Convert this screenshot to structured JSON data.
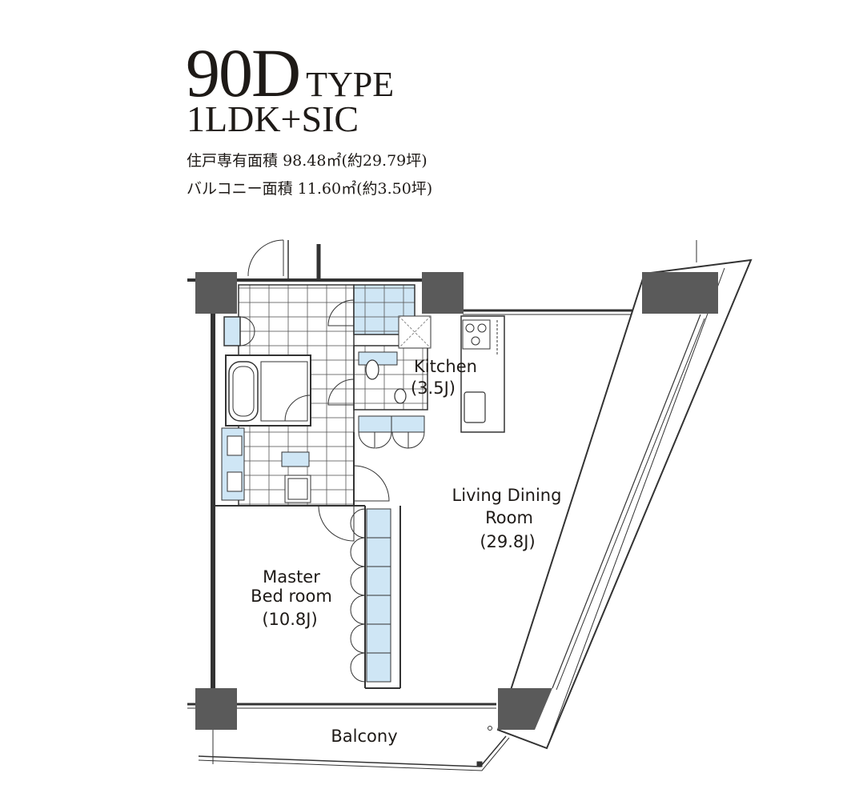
{
  "header": {
    "type_code": "90D",
    "type_suffix": "TYPE",
    "plan": "1LDK+SIC",
    "unit_area_label": "住戸専有面積",
    "unit_area_value": "98.48㎡(約29.79坪)",
    "balcony_area_label": "バルコニー面積",
    "balcony_area_value": "11.60㎡(約3.50坪)"
  },
  "rooms": {
    "kitchen_name": "Kitchen",
    "kitchen_size": "(3.5J)",
    "living_line1": "Living Dining",
    "living_line2": "Room",
    "living_size": "(29.8J)",
    "master_line1": "Master",
    "master_line2": "Bed room",
    "master_size": "(10.8J)",
    "balcony_name": "Balcony"
  },
  "colors": {
    "wall": "#4a4a4a",
    "column": "#5a5a5a",
    "fixture_blue": "#cfe6f5",
    "line": "#2a2a2a"
  }
}
